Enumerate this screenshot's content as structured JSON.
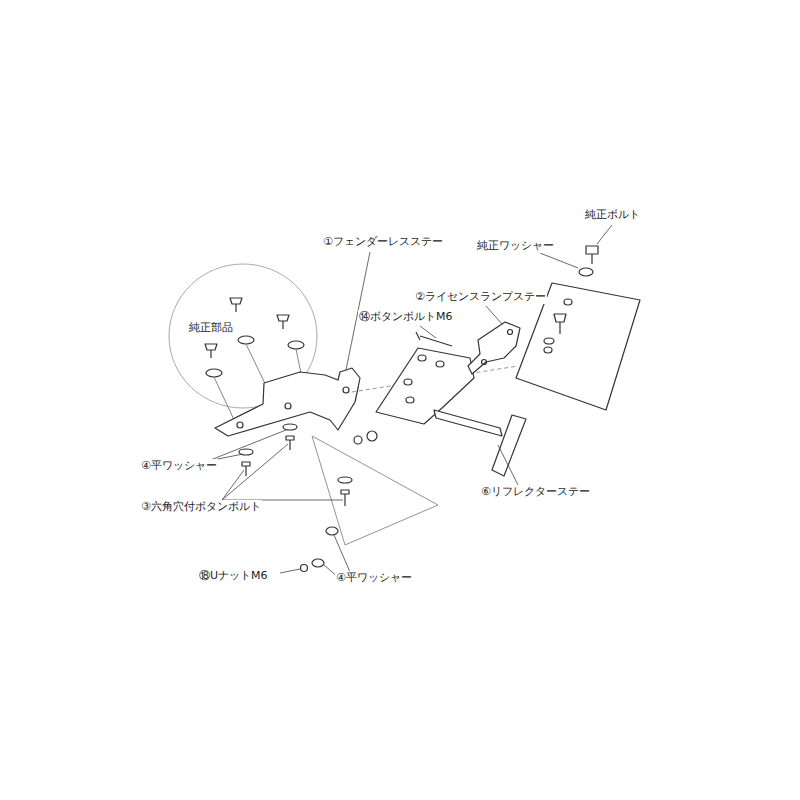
{
  "diagram": {
    "labels": [
      "純正ボルト",
      "純正ワッシャー",
      "①フェンダーレスステー",
      "②ライセンスランプステー",
      "⑭ボタンボルトM6",
      "純正部品",
      "④平ワッシャー",
      "③六角穴付ボタンボルト",
      "⑥リフレクターステー",
      "⑱UナットM6",
      "④平ワッシャー"
    ]
  }
}
